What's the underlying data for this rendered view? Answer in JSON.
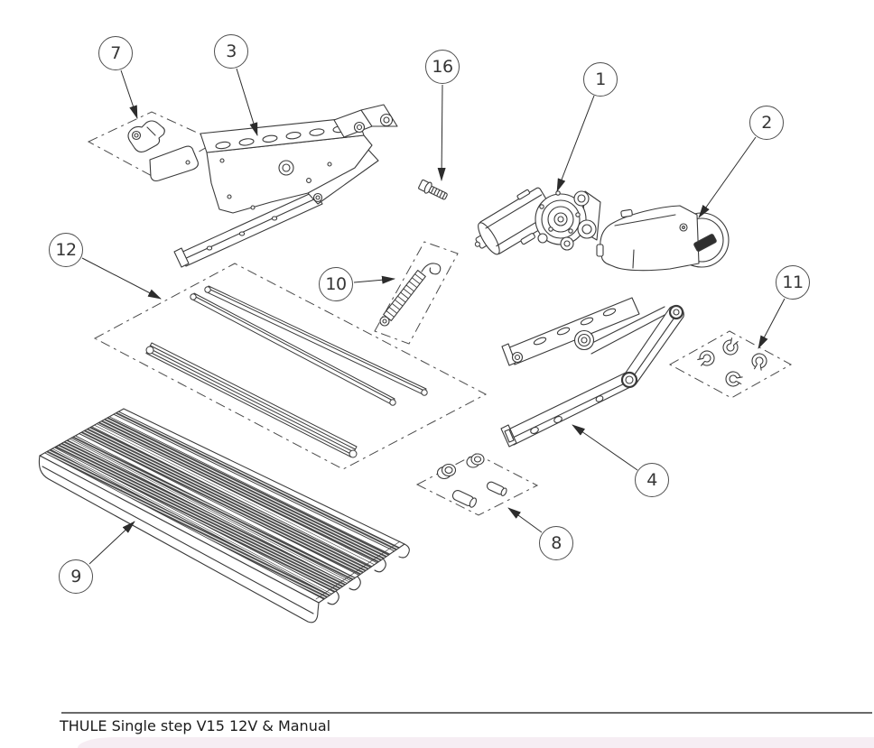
{
  "figure": {
    "kind": "exploded-parts-diagram",
    "product_line": "step assembly"
  },
  "callouts": [
    {
      "number": "7"
    },
    {
      "number": "3"
    },
    {
      "number": "16"
    },
    {
      "number": "1"
    },
    {
      "number": "2"
    },
    {
      "number": "12"
    },
    {
      "number": "10"
    },
    {
      "number": "11"
    },
    {
      "number": "4"
    },
    {
      "number": "8"
    },
    {
      "number": "9"
    }
  ],
  "footer": {
    "title": "THULE Single step V15 12V & Manual"
  },
  "colors": {
    "line": "#3a3a3a",
    "dashed_line": "#4a4a4a",
    "hatch": "#4a4a4a",
    "badge": "#2f2f2f",
    "rule": "#6a6a6a",
    "title_text": "#1b1b1b",
    "accent_strip": "#f6edf3",
    "background": "#ffffff"
  }
}
